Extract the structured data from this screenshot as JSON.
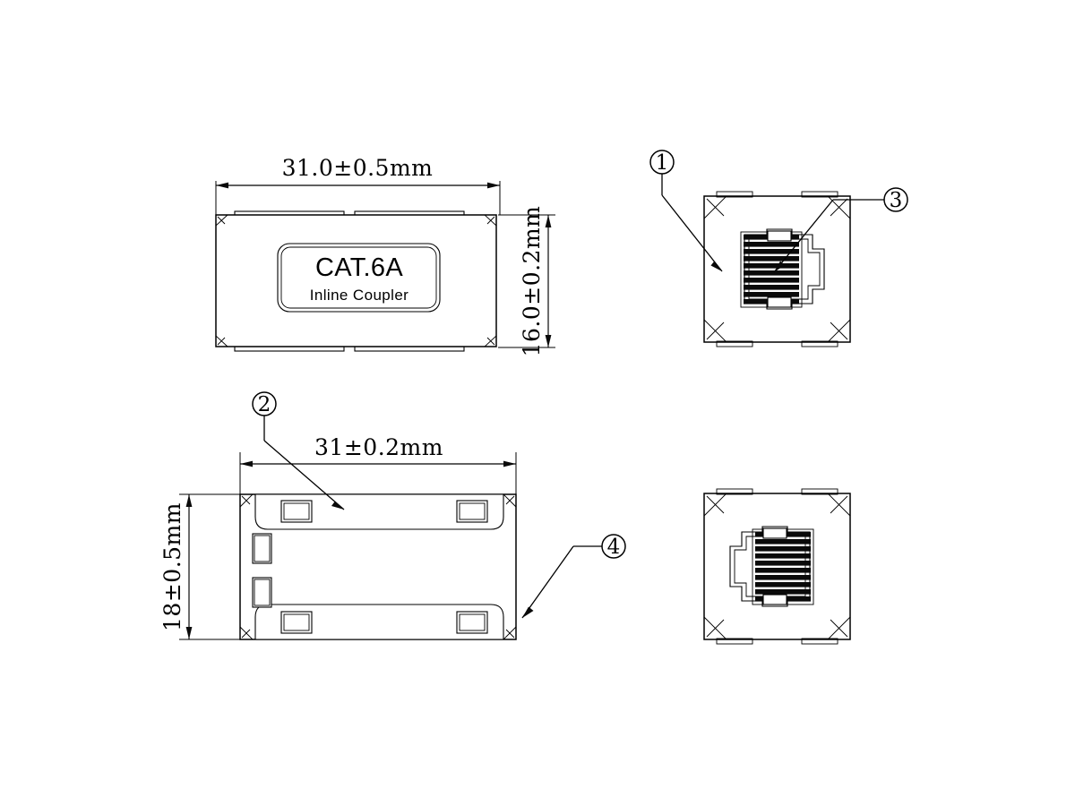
{
  "drawing": {
    "title": "CAT.6A Inline Coupler technical drawing",
    "background_color": "#ffffff",
    "line_color": "#000000",
    "contact_fill_color": "#0a0a0a"
  },
  "front_view": {
    "name": "faceplate-front-view",
    "product_label_line1": "CAT.6A",
    "product_label_line2": "Inline Coupler",
    "width_dimension": "31.0±0.5mm",
    "width_value": 31.0,
    "width_tolerance": 0.5,
    "height_dimension": "16.0±0.2mm",
    "height_value": 16.0,
    "height_tolerance": 0.2,
    "unit": "mm"
  },
  "side_view": {
    "name": "coupler-side-view",
    "width_dimension": "31±0.2mm",
    "width_value": 31,
    "width_tolerance": 0.2,
    "height_dimension": "18±0.5mm",
    "height_value": 18,
    "height_tolerance": 0.5,
    "unit": "mm",
    "latch_windows": 4,
    "side_slots": 2
  },
  "port_view_top": {
    "name": "rj45-port-view-front",
    "keyway_side": "right",
    "contact_count": 10
  },
  "port_view_bottom": {
    "name": "rj45-port-view-rear",
    "keyway_side": "left",
    "contact_count": 10
  },
  "callouts": [
    {
      "id": "callout-1",
      "number": "①",
      "digit": "1",
      "target": "housing-body"
    },
    {
      "id": "callout-2",
      "number": "②",
      "digit": "2",
      "target": "latch-rail"
    },
    {
      "id": "callout-3",
      "number": "③",
      "digit": "3",
      "target": "gold-contacts"
    },
    {
      "id": "callout-4",
      "number": "④",
      "digit": "4",
      "target": "housing-edge"
    }
  ]
}
